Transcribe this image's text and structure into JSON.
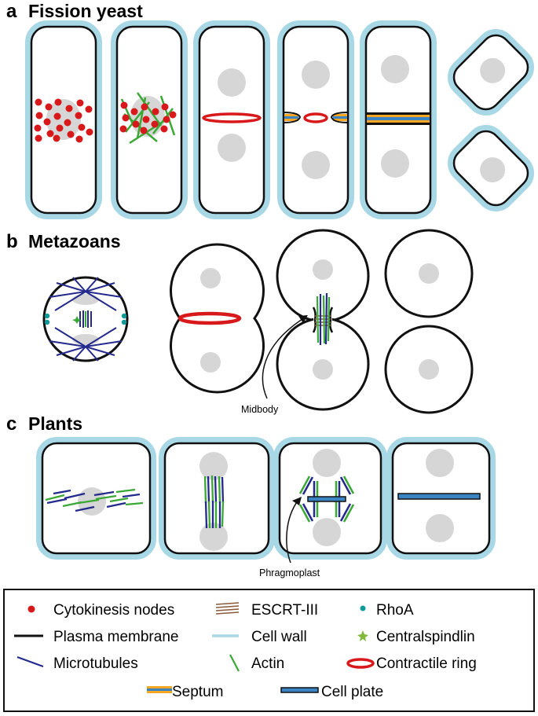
{
  "panels": {
    "a": {
      "letter": "a",
      "title": "Fission yeast"
    },
    "b": {
      "letter": "b",
      "title": "Metazoans"
    },
    "c": {
      "letter": "c",
      "title": "Plants"
    }
  },
  "callouts": {
    "midbody": "Midbody",
    "phragmoplast": "Phragmoplast"
  },
  "legend": {
    "items": [
      {
        "label": "Cytokinesis nodes",
        "icon": "red-dot-icon"
      },
      {
        "label": "ESCRT-III",
        "icon": "escrt-coil-icon"
      },
      {
        "label": "RhoA",
        "icon": "teal-dot-icon"
      },
      {
        "label": "Plasma membrane",
        "icon": "black-line-icon"
      },
      {
        "label": "Cell wall",
        "icon": "light-blue-line-icon"
      },
      {
        "label": "Centralspindlin",
        "icon": "green-star-icon"
      },
      {
        "label": "Microtubules",
        "icon": "blue-line-icon"
      },
      {
        "label": "Actin",
        "icon": "green-line-icon"
      },
      {
        "label": "Contractile ring",
        "icon": "red-ring-icon"
      },
      {
        "label": "Septum",
        "icon": "septum-bar-icon"
      },
      {
        "label": "Cell plate",
        "icon": "cell-plate-bar-icon"
      }
    ]
  },
  "colors": {
    "cell_wall": "#a8d8e6",
    "membrane": "#111111",
    "nucleus": "#d6d6d6",
    "node_red": "#d7191c",
    "microtubule": "#232a8c",
    "actin": "#3aa835",
    "rhoA": "#0f9a9a",
    "septum_orange": "#f5a623",
    "septum_blue": "#3a84c4",
    "cell_plate": "#1f5f8f",
    "escrt": "#8a5a3a"
  }
}
